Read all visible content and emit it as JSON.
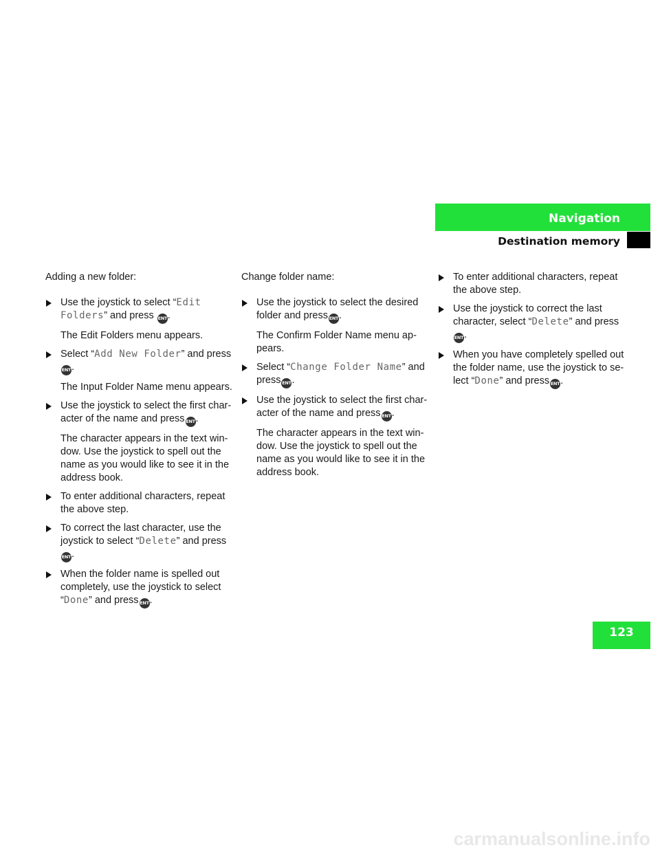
{
  "header": {
    "section": "Navigation",
    "subsection": "Destination memory"
  },
  "page_number": "123",
  "ent_label": "ENT",
  "col1": {
    "intro": "Adding a new folder:",
    "s1": {
      "pre": "Use the joystick to select “",
      "mono": "Edit Folders",
      "post": "” and press",
      "end": "."
    },
    "n1": "The Edit Folders menu appears.",
    "s2": {
      "pre": "Select “",
      "mono": "Add New Folder",
      "post": "” and press",
      "end": "."
    },
    "n2": "The Input Folder Name menu appears.",
    "s3": {
      "pre": "Use the joystick to select the first char­acter of the name and press",
      "end": "."
    },
    "n3": "The character appears in the text win­dow. Use the joystick to spell out the name as you would like to see it in the address book.",
    "s4": "To enter additional characters, repeat the above step.",
    "s5": {
      "pre": "To correct the last character, use the joystick to select “",
      "mono": "Delete",
      "post": "” and press",
      "end": "."
    },
    "s6": {
      "pre": "When the folder name is spelled out completely, use the joystick to select “",
      "mono": "Done",
      "post": "” and press",
      "end": "."
    }
  },
  "col2": {
    "intro": "Change folder name:",
    "s1": {
      "pre": "Use the joystick to select the desired folder and press",
      "end": "."
    },
    "n1": "The Confirm Folder Name menu ap­pears.",
    "s2": {
      "pre": "Select “",
      "mono": "Change Folder Name",
      "post": "” and press",
      "end": "."
    },
    "s3": {
      "pre": "Use the joystick to select the first char­acter of the name and press",
      "end": "."
    },
    "n3": "The character appears in the text win­dow. Use the joystick to spell out the name as you would like to see it in the address book."
  },
  "col3": {
    "s1": "To enter additional characters, repeat the above step.",
    "s2": {
      "pre": "Use the joystick to correct the last character, select “",
      "mono": "Delete",
      "post": "” and press",
      "end": "."
    },
    "s3": {
      "pre": "When you have completely spelled out the folder name, use the joystick to se­lect  “",
      "mono": "Done",
      "post": "” and press",
      "end": "."
    }
  },
  "watermark": "carmanualsonline.info"
}
